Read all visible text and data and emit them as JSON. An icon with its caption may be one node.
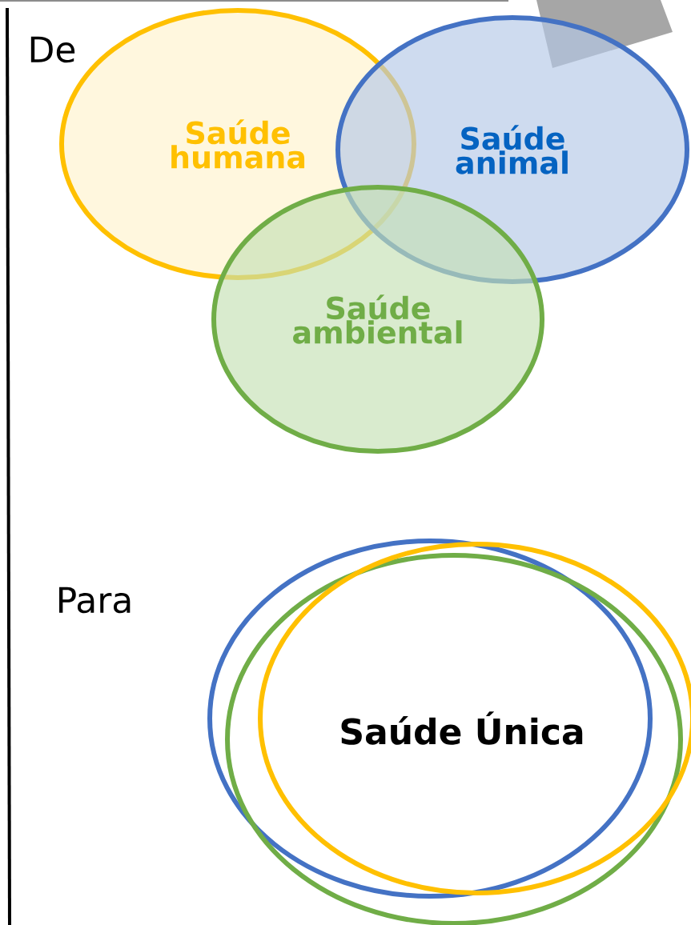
{
  "diagram": {
    "nodes": [
      {
        "text": [
          "Saúde humana"
        ]
      },
      {
        "text": [
          "Saúde animal"
        ]
      },
      {
        "text": [
          "Saúde ambiental"
        ]
      },
      {
        "text": [],
        "shape": "circle"
      },
      {
        "text": [],
        "shape": "circle"
      },
      {
        "text": [],
        "shape": "circle"
      }
    ],
    "labels": [
      "De",
      "Para",
      "Saúde Única"
    ]
  }
}
